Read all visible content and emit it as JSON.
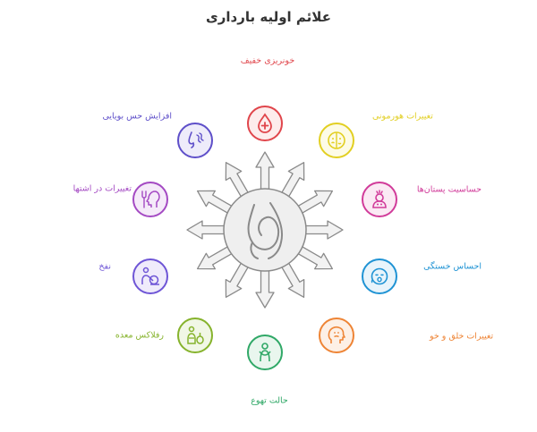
{
  "title": "علائم اولیه بارداری",
  "center": {
    "icon": "pregnant-belly-icon"
  },
  "items": [
    {
      "id": "bleeding",
      "label": "خونریزی خفیف",
      "color": "#e0454b",
      "fill": "#fdecec",
      "icon": "blood-drop-icon"
    },
    {
      "id": "hormonal",
      "label": "تغییرات هورمونی",
      "color": "#e2cf22",
      "fill": "#fdfbe6",
      "icon": "hormone-face-icon"
    },
    {
      "id": "breast",
      "label": "حساسیت پستان‌ها",
      "color": "#d13c9a",
      "fill": "#fbeaf4",
      "icon": "sensitive-person-icon"
    },
    {
      "id": "fatigue",
      "label": "احساس خستگی",
      "color": "#1f93d4",
      "fill": "#e8f4fb",
      "icon": "tired-face-icon"
    },
    {
      "id": "mood",
      "label": "تغییرات خلق و خو",
      "color": "#ee8435",
      "fill": "#fdf0e6",
      "icon": "mood-head-icon"
    },
    {
      "id": "nausea",
      "label": "حالت تهوع",
      "color": "#30a867",
      "fill": "#e9f6ee",
      "icon": "nausea-person-icon"
    },
    {
      "id": "reflux",
      "label": "رفلاکس معده",
      "color": "#86b32c",
      "fill": "#f1f7e6",
      "icon": "reflux-icon"
    },
    {
      "id": "bloating",
      "label": "نفخ",
      "color": "#6e55d6",
      "fill": "#efebfb",
      "icon": "bloating-person-icon"
    },
    {
      "id": "appetite",
      "label": "تغییرات در اشتها",
      "color": "#a44ac3",
      "fill": "#f5eaf9",
      "icon": "appetite-head-icon"
    },
    {
      "id": "smell",
      "label": "افزایش حس بویایی",
      "color": "#5e4fc9",
      "fill": "#eeecfa",
      "icon": "smell-nose-icon"
    }
  ]
}
